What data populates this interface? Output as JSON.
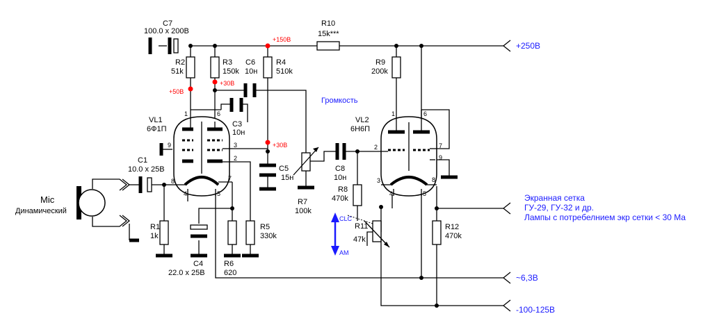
{
  "labels": {
    "c7_name": "C7",
    "c7_val": "100.0 x 200В",
    "r10_name": "R10",
    "r10_val": "15k***",
    "plus150": "+150В",
    "out_250": "+250В",
    "r2_name": "R2",
    "r2_val": "51k",
    "r3_name": "R3",
    "r3_val": "150k",
    "c6_name": "C6",
    "c6_val": "10н",
    "r4_name": "R4",
    "r4_val": "510k",
    "r9_name": "R9",
    "r9_val": "200k",
    "plus50": "+50В",
    "plus30a": "+30В",
    "plus30b": "+30В",
    "volume": "Громкость",
    "vl1_name": "VL1",
    "vl1_type": "6Ф1П",
    "vl2_name": "VL2",
    "vl2_type": "6Н6П",
    "c3_name": "C3",
    "c3_val": "10н",
    "c1_name": "C1",
    "c1_val": "10.0 x 25В",
    "c5_name": "C5",
    "c5_val": "15н",
    "c8_name": "C8",
    "c8_val": "10н",
    "r7_name": "R7",
    "r7_val": "100k",
    "r8_name": "R8",
    "r8_val": "470k",
    "r11_name": "R11",
    "r11_val": "47k",
    "clc": "CLC",
    "am": "AM",
    "mic_title": "Mic",
    "mic_sub": "Динамический",
    "r1_name": "R1",
    "r1_val": "1k",
    "r5_name": "R5",
    "r5_val": "330k",
    "r6_name": "R6",
    "r6_val": "620",
    "c4_name": "C4",
    "c4_val": "22.0 x 25В",
    "r12_name": "R12",
    "r12_val": "470k",
    "screen_line1": "Экранная сетка",
    "screen_line2": "ГУ-29, ГУ-32 и др.",
    "screen_line3": "Лампы с потребелнием экр сетки < 30 Ма",
    "out_63": "~6,3В",
    "out_neg": "-100-125В"
  },
  "pins": {
    "vl1_p1": "1",
    "vl1_p6": "6",
    "vl1_p9": "9",
    "vl1_p3": "3",
    "vl1_p2": "2",
    "vl1_p8": "8",
    "vl1_p7": "7",
    "vl1_p4": "4",
    "vl1_p5": "5",
    "vl2_p1": "1",
    "vl2_p6": "6",
    "vl2_p2": "2",
    "vl2_p7": "7",
    "vl2_p9": "9",
    "vl2_p3": "3",
    "vl2_p8": "8",
    "vl2_p4": "4",
    "vl2_p5": "5"
  },
  "colors": {
    "wire": "#000000",
    "voltage": "#ff0000",
    "annotation": "#1a1aff"
  }
}
